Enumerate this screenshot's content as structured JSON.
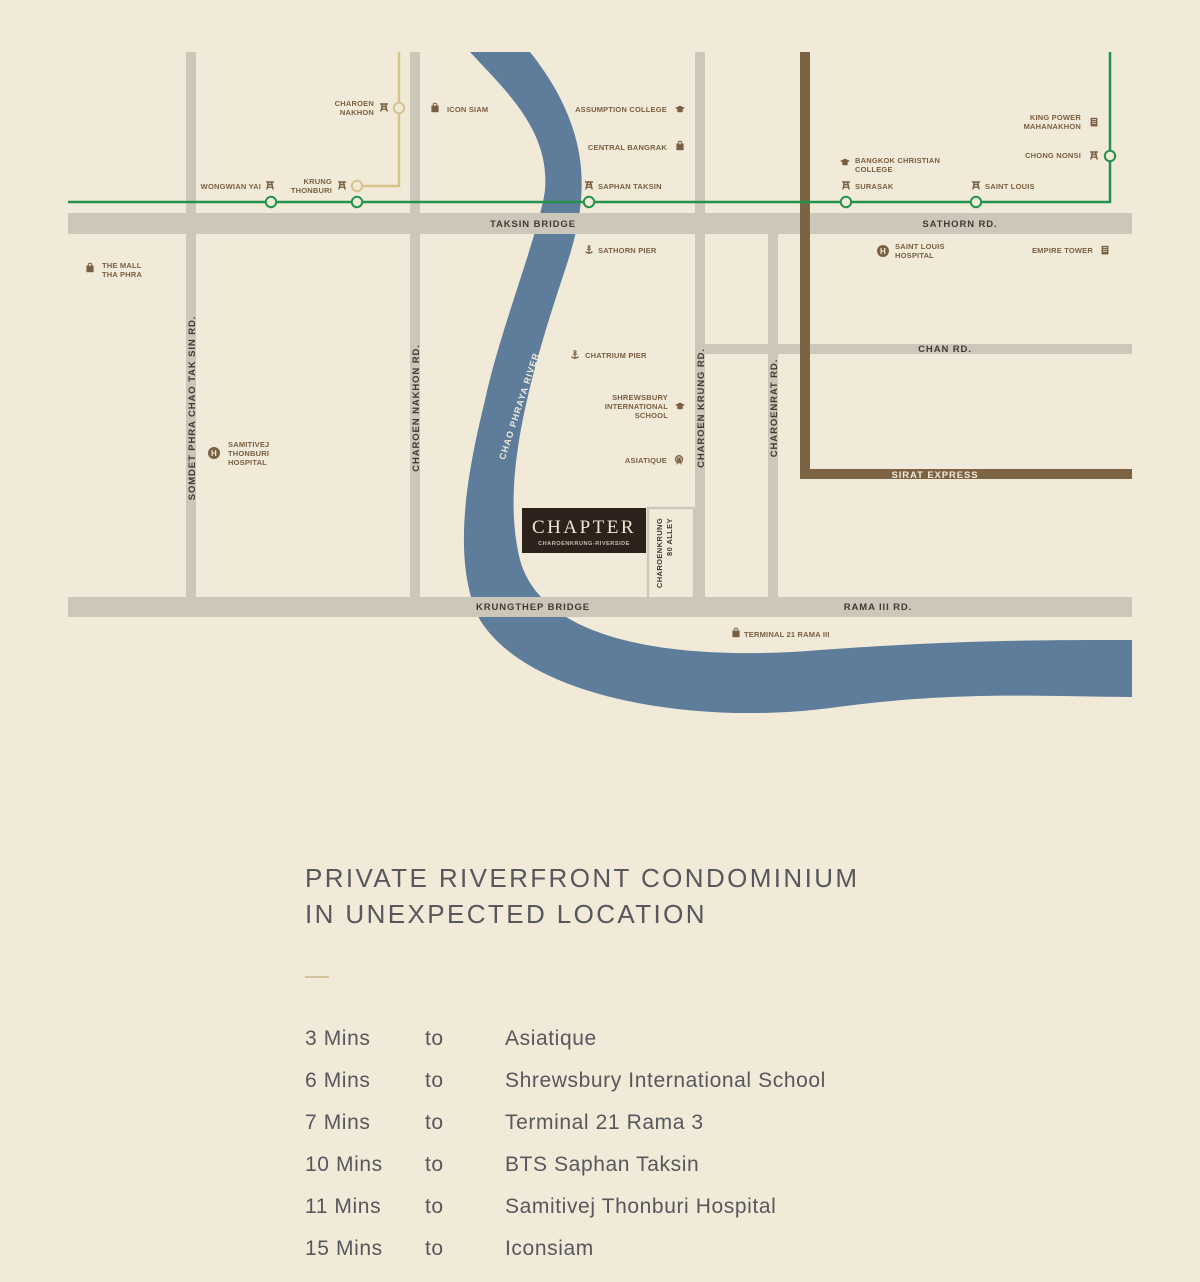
{
  "colors": {
    "background": "#f1ead9",
    "road": "#cdc7b9",
    "river": "#5e7d9a",
    "bts_line": "#23924c",
    "gold_line": "#d6c48d",
    "sirat_express": "#7c6344",
    "icon": "#7a5f41",
    "chapter_box": "#2c211b",
    "heading_text": "#57575c",
    "divider": "#d3c29c"
  },
  "roads": {
    "sathorn": "SATHORN RD.",
    "taksin_bridge": "TAKSIN BRIDGE",
    "chan": "CHAN RD.",
    "sirat_express": "SIRAT EXPRESS",
    "krungthep_bridge": "KRUNGTHEP BRIDGE",
    "rama3": "RAMA III RD.",
    "somdet": "SOMDET PHRA CHAO TAK SIN RD.",
    "charoen_nakhon": "CHAROEN NAKHON RD.",
    "charoen_krung": "CHAROEN KRUNG RD.",
    "charoenrat": "CHAROENRAT RD.",
    "alley_line1": "CHAROENKRUNG",
    "alley_line2": "80 ALLEY"
  },
  "river_label": "CHAO PHRAYA RIVER",
  "project": {
    "name": "CHAPTER",
    "subtitle": "CHAROENKRUNG-RIVERSIDE"
  },
  "places": {
    "charoen_nakhon_l1": "CHAROEN",
    "charoen_nakhon_l2": "NAKHON",
    "icon_siam": "ICON SIAM",
    "assumption_college": "ASSUMPTION COLLEGE",
    "central_bangrak": "CENTRAL BANGRAK",
    "king_power_l1": "KING POWER",
    "king_power_l2": "MAHANAKHON",
    "chong_nonsi": "CHONG NONSI",
    "bangkok_christian_l1": "BANGKOK CHRISTIAN",
    "bangkok_christian_l2": "COLLEGE",
    "wongwian_yai": "WONGWIAN YAI",
    "krung_thonburi_l1": "KRUNG",
    "krung_thonburi_l2": "THONBURI",
    "saphan_taksin": "SAPHAN TAKSIN",
    "surasak": "SURASAK",
    "saint_louis": "SAINT LOUIS",
    "sathorn_pier": "SATHORN PIER",
    "saint_louis_hospital_l1": "SAINT LOUIS",
    "saint_louis_hospital_l2": "HOSPITAL",
    "empire_tower": "EMPIRE TOWER",
    "the_mall_l1": "THE MALL",
    "the_mall_l2": "THA PHRA",
    "chatrium_pier": "CHATRIUM PIER",
    "shrewsbury_l1": "SHREWSBURY",
    "shrewsbury_l2": "INTERNATIONAL",
    "shrewsbury_l3": "SCHOOL",
    "asiatique": "ASIATIQUE",
    "samitivej_l1": "SAMITIVEJ",
    "samitivej_l2": "THONBURI",
    "samitivej_l3": "HOSPITAL",
    "terminal21": "TERMINAL 21 RAMA III",
    "hospital_glyph": "H"
  },
  "icons": {
    "bts": "train-icon",
    "shop": "shopping-bag-icon",
    "school": "graduation-cap-icon",
    "pier": "anchor-icon",
    "hospital": "hospital-icon",
    "tower": "building-icon",
    "attraction": "ferris-wheel-icon"
  },
  "info": {
    "heading_line1": "PRIVATE RIVERFRONT CONDOMINIUM",
    "heading_line2": "IN UNEXPECTED LOCATION",
    "distances": [
      {
        "time": "3 Mins",
        "to": "to",
        "place": "Asiatique"
      },
      {
        "time": "6 Mins",
        "to": "to",
        "place": "Shrewsbury International School"
      },
      {
        "time": "7 Mins",
        "to": "to",
        "place": "Terminal 21 Rama 3"
      },
      {
        "time": "10 Mins",
        "to": "to",
        "place": "BTS Saphan Taksin"
      },
      {
        "time": "11 Mins",
        "to": "to",
        "place": "Samitivej Thonburi Hospital"
      },
      {
        "time": "15 Mins",
        "to": "to",
        "place": "Iconsiam"
      }
    ]
  }
}
